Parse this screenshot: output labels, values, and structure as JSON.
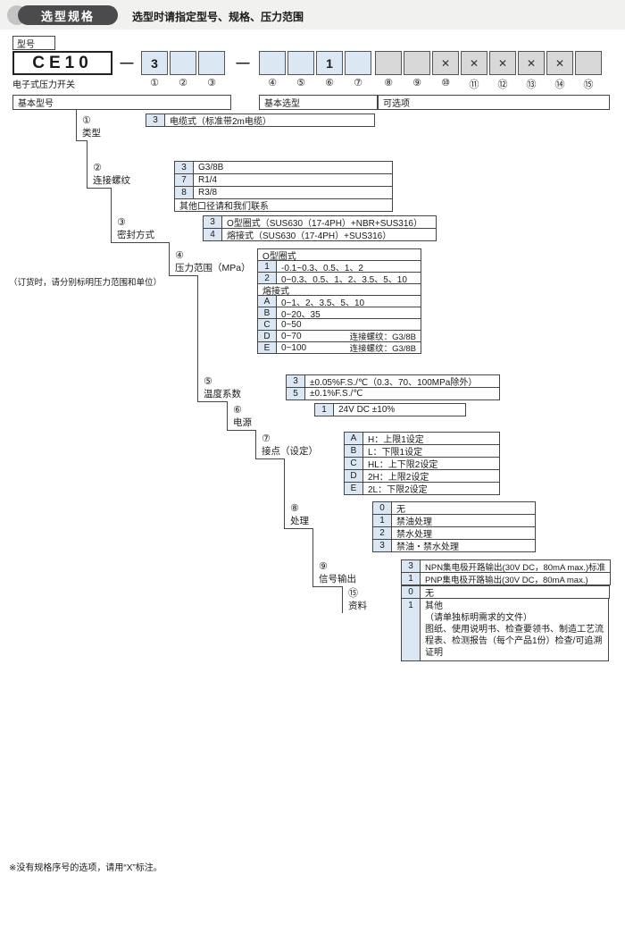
{
  "header": {
    "badge": "选型规格",
    "subtitle": "选型时请指定型号、规格、压力范围"
  },
  "model": {
    "label": "型号",
    "product_name": "电子式压力开关",
    "base_code": "CE10",
    "separator": "—",
    "groups": [
      {
        "boxes": [
          {
            "num": "①",
            "value": "3"
          },
          {
            "num": "②",
            "value": ""
          },
          {
            "num": "③",
            "value": ""
          }
        ]
      },
      {
        "boxes": [
          {
            "num": "④",
            "value": ""
          },
          {
            "num": "⑤",
            "value": ""
          },
          {
            "num": "⑥",
            "value": "1"
          },
          {
            "num": "⑦",
            "value": ""
          }
        ]
      },
      {
        "boxes": [
          {
            "num": "⑧",
            "value": ""
          },
          {
            "num": "⑨",
            "value": ""
          },
          {
            "num": "⑩",
            "value": "✕"
          },
          {
            "num": "⑪",
            "value": "✕"
          },
          {
            "num": "⑫",
            "value": "✕"
          },
          {
            "num": "⑬",
            "value": "✕"
          },
          {
            "num": "⑭",
            "value": "✕"
          },
          {
            "num": "⑮",
            "value": ""
          }
        ]
      }
    ]
  },
  "columns": [
    "基本型号",
    "基本选型",
    "可选项"
  ],
  "blocks": [
    {
      "num": "①",
      "name": "类型",
      "rows": [
        {
          "code": "3",
          "desc": "电缆式（标准带2m电缆）"
        }
      ]
    },
    {
      "num": "②",
      "name": "连接螺纹",
      "rows": [
        {
          "code": "3",
          "desc": "G3/8B"
        },
        {
          "code": "7",
          "desc": "R1/4"
        },
        {
          "code": "8",
          "desc": "R3/8"
        },
        {
          "code": "",
          "desc": "其他口径请和我们联系"
        }
      ]
    },
    {
      "num": "③",
      "name": "密封方式",
      "rows": [
        {
          "code": "3",
          "desc": "O型圈式（SUS630（17-4PH）+NBR+SUS316）"
        },
        {
          "code": "4",
          "desc": "熔接式（SUS630（17-4PH）+SUS316）"
        }
      ]
    },
    {
      "num": "④",
      "name": "压力范围（MPa）",
      "rows": [
        {
          "header": "O型圈式"
        },
        {
          "code": "1",
          "desc": "-0.1~0.3、0.5、1、2"
        },
        {
          "code": "2",
          "desc": "0~0.3、0.5、1、2、3.5、5、10"
        },
        {
          "header": "熔接式"
        },
        {
          "code": "A",
          "desc": "0~1、2、3.5、5、10"
        },
        {
          "code": "B",
          "desc": "0~20、35"
        },
        {
          "code": "C",
          "desc": "0~50"
        },
        {
          "code": "D",
          "desc": "0~70",
          "note": "连接螺纹：G3/8B"
        },
        {
          "code": "E",
          "desc": "0~100",
          "note": "连接螺纹：G3/8B"
        }
      ]
    },
    {
      "num": "⑤",
      "name": "温度系数",
      "rows": [
        {
          "code": "3",
          "desc": "±0.05%F.S./℃（0.3、70、100MPa除外）"
        },
        {
          "code": "5",
          "desc": "±0.1%F.S./℃"
        }
      ]
    },
    {
      "num": "⑥",
      "name": "电源",
      "rows": [
        {
          "code": "1",
          "desc": "24V DC ±10%"
        }
      ]
    },
    {
      "num": "⑦",
      "name": "接点（设定）",
      "rows": [
        {
          "code": "A",
          "desc": "H：上限1设定"
        },
        {
          "code": "B",
          "desc": "L：下限1设定"
        },
        {
          "code": "C",
          "desc": "HL：上下限2设定"
        },
        {
          "code": "D",
          "desc": "2H：上限2设定"
        },
        {
          "code": "E",
          "desc": "2L：下限2设定"
        }
      ]
    },
    {
      "num": "⑧",
      "name": "处理",
      "rows": [
        {
          "code": "0",
          "desc": "无"
        },
        {
          "code": "1",
          "desc": "禁油处理"
        },
        {
          "code": "2",
          "desc": "禁水处理"
        },
        {
          "code": "3",
          "desc": "禁油・禁水处理"
        }
      ]
    },
    {
      "num": "⑨",
      "name": "信号输出",
      "rows": [
        {
          "code": "3",
          "desc": "NPN集电极开路输出(30V DC，80mA max.)标准"
        },
        {
          "code": "1",
          "desc": "PNP集电极开路输出(30V DC，80mA max.)"
        }
      ]
    },
    {
      "num": "⑮",
      "name": "资料",
      "rows": [
        {
          "code": "0",
          "desc": "无"
        },
        {
          "code": "1",
          "desc": "其他\n（请单独标明需求的文件）\n图纸、使用说明书、检查要领书、制造工艺流程表、检测报告（每个产品1份）检查/可追溯证明"
        }
      ]
    }
  ],
  "side_note": "（订货时，请分别标明压力范围和单位）",
  "footnote": "※没有规格序号的选项，请用“X”标注。",
  "colors": {
    "cell_blue": "#dbe8f4",
    "cell_gray": "#d8d8d8",
    "badge": "#4b4b4d",
    "line": "#454545"
  }
}
